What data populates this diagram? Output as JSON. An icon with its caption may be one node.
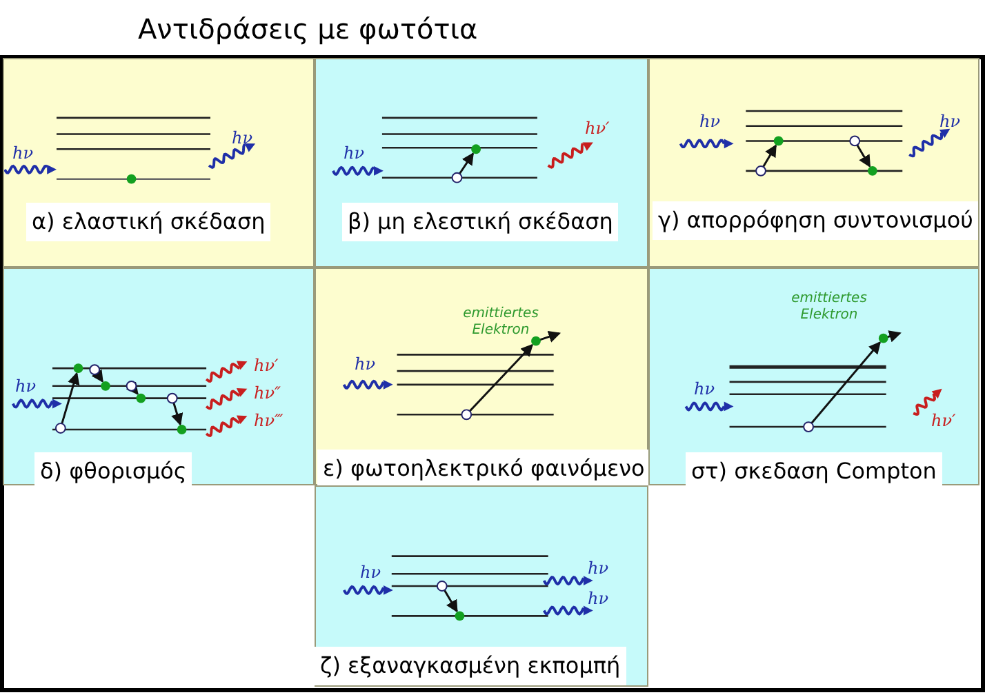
{
  "diagram": {
    "title": "Αντιδράσεις με φωτότια",
    "nodes": [
      {
        "text": [
          "hν",
          "hν",
          "α) ελαστική σκέδαση"
        ]
      },
      {
        "text": [
          "hν",
          "hν′",
          "β) μη ελεστική σκέδαση"
        ]
      },
      {
        "text": [
          "hν",
          "hν",
          "γ) απορρόφηση συντονισμού"
        ]
      },
      {
        "text": [
          "hν",
          "hν′",
          "hν″",
          "hν‴",
          "δ) φθορισμός"
        ]
      },
      {
        "text": [
          "emittiertes Elektron",
          "hν",
          "ε) φωτοηλεκτρικό φαινόμενο"
        ]
      },
      {
        "text": [
          "emittiertes Elektron",
          "hν",
          "hν′",
          "στ) σκεδαση Compton"
        ]
      },
      {
        "text": [
          "hν",
          "hν",
          "hν",
          "ζ)  εξαναγκασμένη εκπομπή"
        ]
      }
    ]
  }
}
